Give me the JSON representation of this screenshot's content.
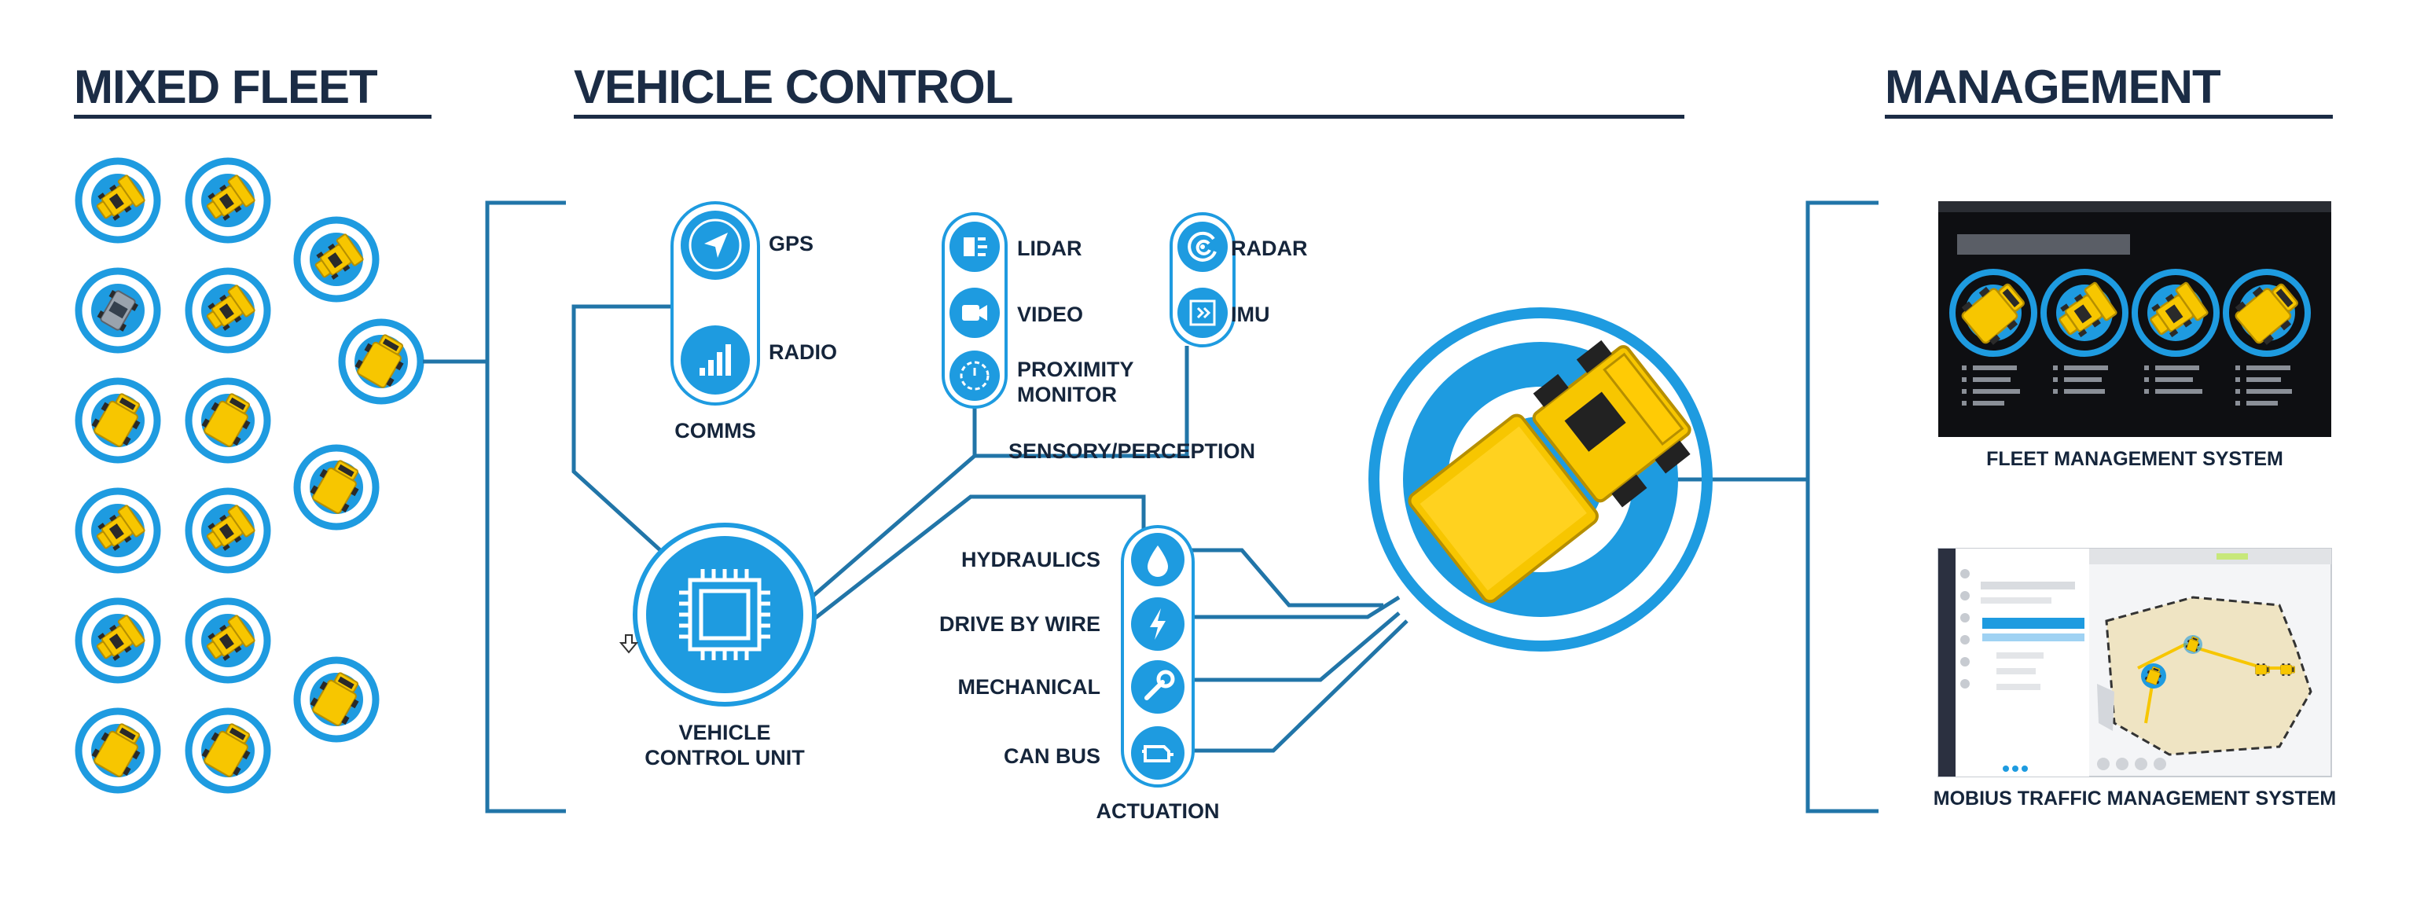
{
  "headers": {
    "mixed_fleet": "MIXED FLEET",
    "vehicle_control": "VEHICLE CONTROL",
    "management": "MANAGEMENT"
  },
  "comms": {
    "items": [
      "GPS",
      "RADIO"
    ],
    "title": "COMMS",
    "icons": [
      "navigation-arrow-icon",
      "signal-bars-icon"
    ]
  },
  "sensory": {
    "items": [
      "LIDAR",
      "VIDEO",
      "PROXIMITY\nMONITOR",
      "RADAR",
      "IMU"
    ],
    "title": "SENSORY/PERCEPTION",
    "icons": [
      "lidar-icon",
      "video-camera-icon",
      "proximity-gauge-icon",
      "radar-icon",
      "imu-chip-icon"
    ]
  },
  "vcu": {
    "title_line1": "VEHICLE",
    "title_line2": "CONTROL UNIT",
    "icon": "processor-chip-icon"
  },
  "actuation": {
    "items": [
      "HYDRAULICS",
      "DRIVE BY WIRE",
      "MECHANICAL",
      "CAN BUS"
    ],
    "title": "ACTUATION",
    "icons": [
      "droplet-icon",
      "lightning-bolt-icon",
      "wrench-icon",
      "engine-icon"
    ]
  },
  "management": {
    "fleet_title": "FLEET MANAGEMENT SYSTEM",
    "traffic_title": "MOBIUS TRAFFIC MANAGEMENT SYSTEM"
  },
  "colors": {
    "navy": "#1b2c45",
    "line_blue": "#2175a8",
    "accent_blue": "#1e9be0",
    "vehicle_yellow": "#f7c600"
  }
}
